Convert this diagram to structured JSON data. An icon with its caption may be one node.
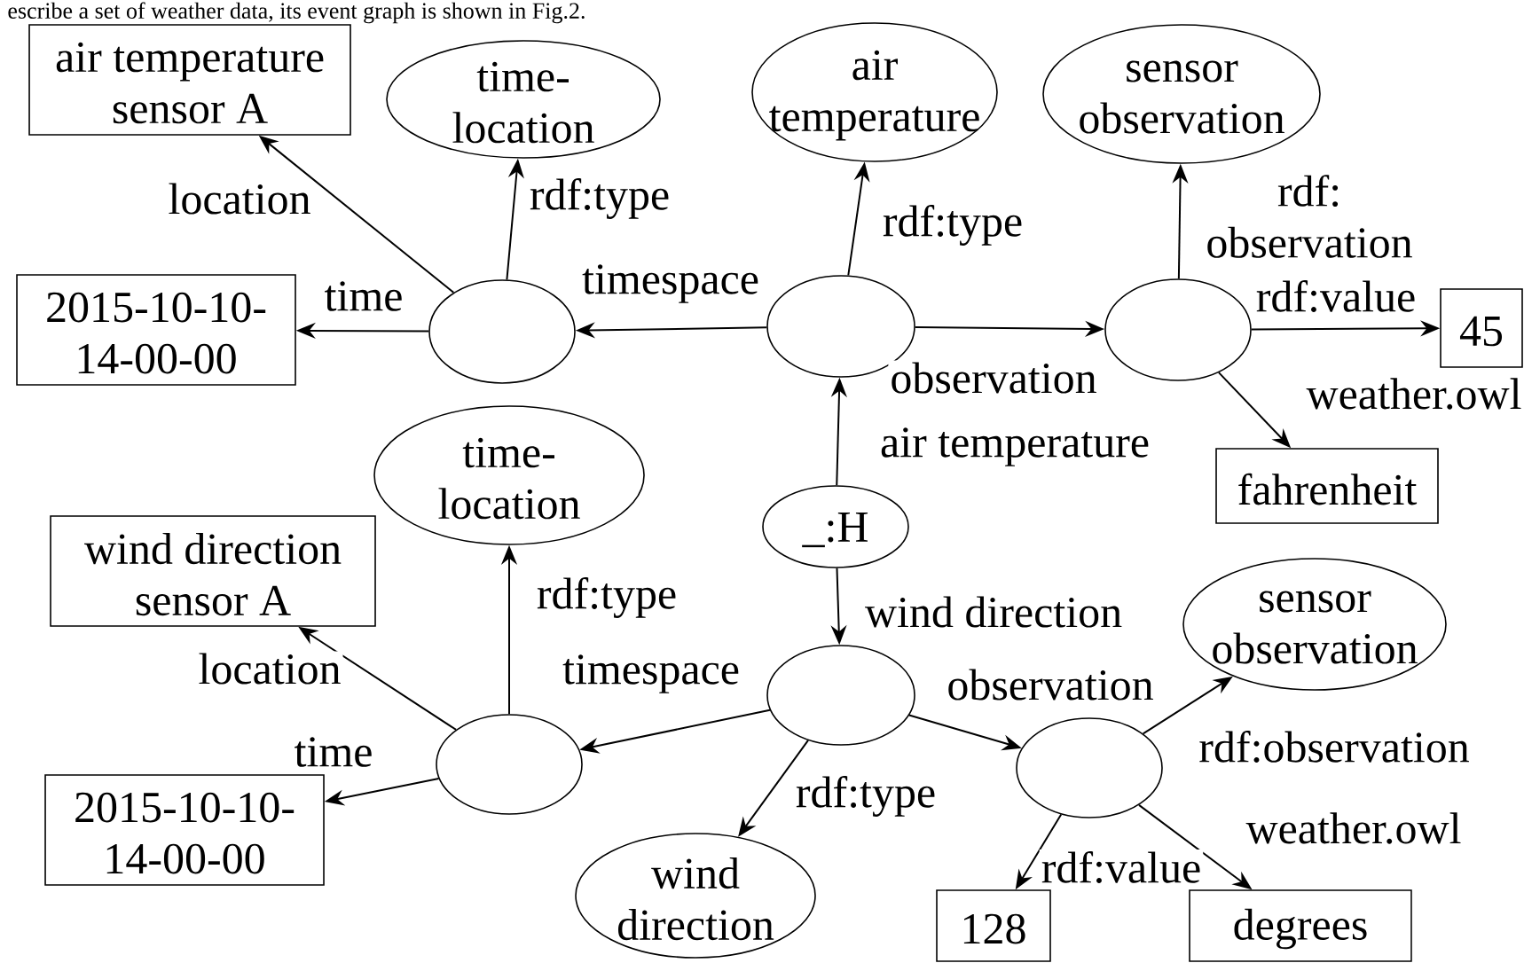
{
  "diagram": {
    "nodes": [
      {
        "text": [
          "air temperature sensor A"
        ]
      },
      {
        "text": [
          "time-location"
        ]
      },
      {
        "text": [
          "air temperature"
        ]
      },
      {
        "text": [
          "sensor observation"
        ]
      },
      {
        "text": [
          "2015-10-10-14-00-00"
        ]
      },
      {
        "text": [],
        "shape": "ellipse"
      },
      {
        "text": [],
        "shape": "ellipse"
      },
      {
        "text": [],
        "shape": "ellipse"
      },
      {
        "text": [
          "45"
        ]
      },
      {
        "text": [
          "fahrenheit"
        ]
      },
      {
        "text": [
          "time-location"
        ]
      },
      {
        "text": [
          "wind direction sensor A"
        ]
      },
      {
        "text": [
          "_:H"
        ]
      },
      {
        "text": [],
        "shape": "ellipse"
      },
      {
        "text": [
          "sensor observation"
        ]
      },
      {
        "text": [],
        "shape": "ellipse"
      },
      {
        "text": [],
        "shape": "ellipse"
      },
      {
        "text": [
          "2015-10-10-14-00-00"
        ]
      },
      {
        "text": [
          "wind direction"
        ]
      },
      {
        "text": [
          "128"
        ]
      },
      {
        "text": [
          "degrees"
        ]
      }
    ],
    "edges": [
      {
        "from": 6,
        "to": 2,
        "arrow": "to",
        "label": "rdf:type"
      },
      {
        "from": 6,
        "to": 5,
        "arrow": "to",
        "label": "timespace"
      },
      {
        "from": 6,
        "to": 7,
        "arrow": "to",
        "label": "observation"
      },
      {
        "from": 12,
        "to": 6,
        "arrow": "to",
        "label": "air temperature"
      },
      {
        "from": 5,
        "to": 1,
        "arrow": "to",
        "label": "rdf:type"
      },
      {
        "from": 5,
        "to": 0,
        "arrow": "to",
        "label": "location"
      },
      {
        "from": 5,
        "to": 4,
        "arrow": "to",
        "label": "time"
      },
      {
        "from": 7,
        "to": 3,
        "arrow": "to",
        "label": "rdf: observation"
      },
      {
        "from": 7,
        "to": 8,
        "arrow": "to",
        "label": "rdf:value"
      },
      {
        "from": 7,
        "to": 9,
        "arrow": "to",
        "label": "weather.owl"
      },
      {
        "from": 12,
        "to": 13,
        "arrow": "to",
        "label": "wind direction"
      },
      {
        "from": 13,
        "to": 15,
        "arrow": "to",
        "label": "timespace"
      },
      {
        "from": 13,
        "to": 18,
        "arrow": "to",
        "label": "rdf:type"
      },
      {
        "from": 13,
        "to": 16,
        "arrow": "to",
        "label": "observation"
      },
      {
        "from": 15,
        "to": 10,
        "arrow": "to",
        "label": "rdf:type"
      },
      {
        "from": 15,
        "to": 11,
        "arrow": "to",
        "label": "location"
      },
      {
        "from": 15,
        "to": 17,
        "arrow": "to",
        "label": "time"
      },
      {
        "from": 16,
        "to": 14,
        "arrow": "to",
        "label": "rdf:observation"
      },
      {
        "from": 16,
        "to": 19,
        "arrow": "to",
        "label": "rdf:value"
      },
      {
        "from": 16,
        "to": 20,
        "arrow": "to",
        "label": "weather.owl"
      }
    ],
    "labels": [
      "escribe a set of weather data, its event graph is shown in Fig.2."
    ]
  }
}
